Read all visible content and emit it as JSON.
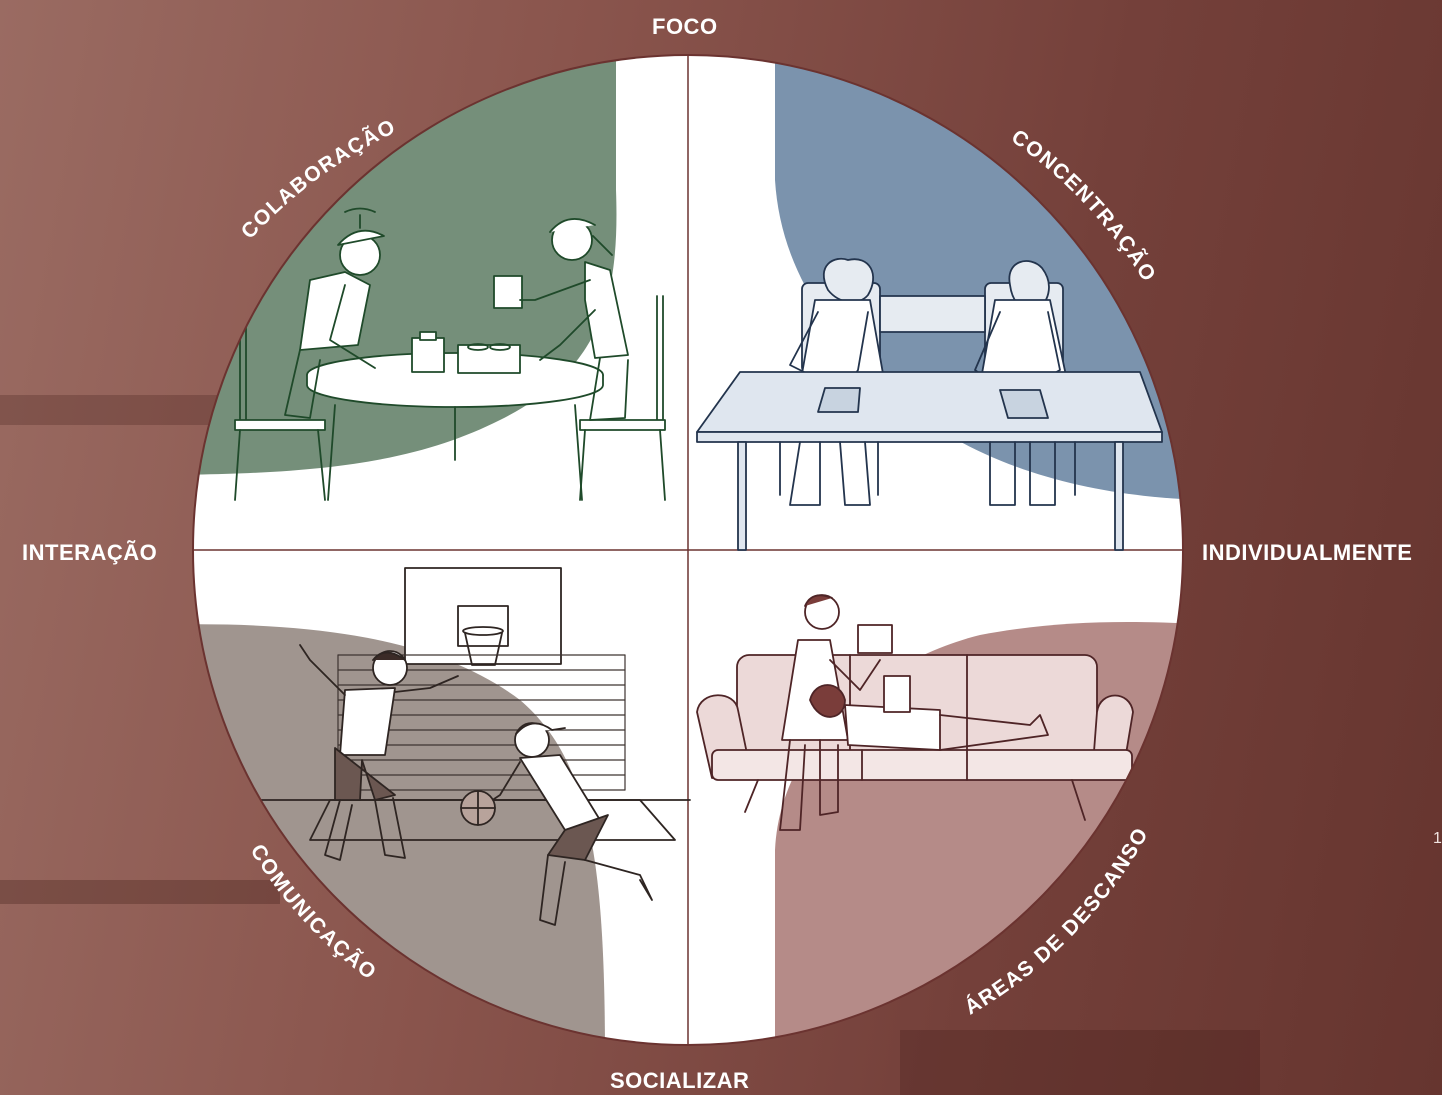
{
  "axes": {
    "top": "FOCO",
    "left": "INTERAÇÃO",
    "right": "INDIVIDUALMENTE",
    "bottom": "SOCIALIZAR"
  },
  "quadrants": {
    "top_left": {
      "label": "COLABORAÇÃO",
      "color": "#758f7a",
      "illustration": "two-children-at-round-table-icon"
    },
    "top_right": {
      "label": "CONCENTRAÇÃO",
      "color": "#7b93ad",
      "illustration": "two-students-writing-at-desk-icon"
    },
    "bottom_left": {
      "label": "COMUNICAÇÃO",
      "color": "#a0958f",
      "illustration": "children-playing-basketball-icon"
    },
    "bottom_right": {
      "label": "ÁREAS DE DESCANSO",
      "color": "#b58b88",
      "illustration": "people-relaxing-on-sofa-icon"
    }
  },
  "page_number": "1",
  "colors": {
    "background": "#8a554d",
    "circle_stroke": "#6b3330",
    "white": "#ffffff"
  }
}
